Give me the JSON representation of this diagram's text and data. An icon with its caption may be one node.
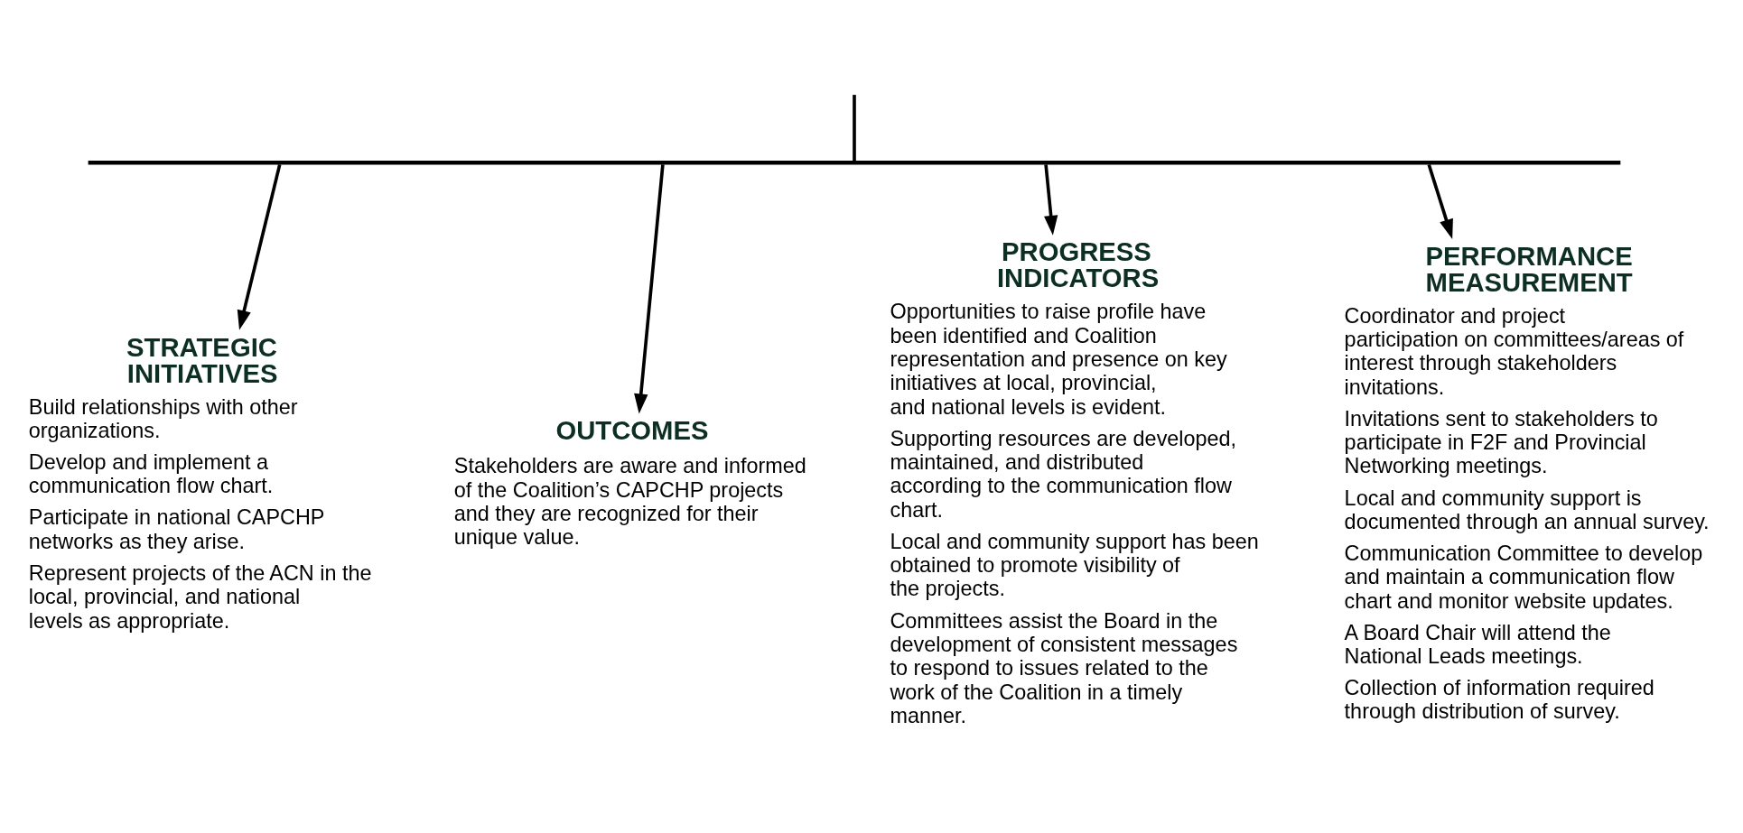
{
  "diagram": {
    "nodes": [
      {
        "text": [],
        "shape": "bar"
      },
      {
        "text": [
          "STRATEGIC INITIATIVES",
          "Build relationships with other organizations.",
          "Develop and implement a communication flow chart.",
          "Participate in national CAPCHP networks as they arise.",
          "Represent projects of the ACN in the local, provincial, and national levels as appropriate."
        ]
      },
      {
        "text": [
          "OUTCOMES",
          "Stakeholders are aware and informed of the Coalition’s CAPCHP projects and they are recognized for their unique value."
        ]
      },
      {
        "text": [
          "PROGRESS INDICATORS",
          "Opportunities to raise profile have been identified and Coalition representation and presence on key initiatives at local, provincial, and national levels is evident.",
          "Supporting resources are developed, maintained, and distributed according to the communication flow chart.",
          "Local and community support has been obtained to promote visibility of the projects.",
          "Committees assist the Board in the development of consistent messages to respond to issues related to the work of the Coalition in a timely manner."
        ]
      },
      {
        "text": [
          "PERFORMANCE MEASUREMENT",
          "Coordinator and project participation on committees/areas of interest through stakeholders invitations.",
          "Invitations sent to stakeholders to participate in F2F and Provincial Networking meetings.",
          "Local and community support is documented through an annual survey.",
          "Communication Committee to develop and maintain a communication flow chart and monitor website updates.",
          "A Board Chair will attend the National Leads meetings.",
          "Collection of information required through distribution of survey."
        ]
      }
    ],
    "edges": [
      {
        "from": null,
        "to": 0,
        "arrow": "none"
      },
      {
        "from": 0,
        "to": 1,
        "arrow": "to"
      },
      {
        "from": 0,
        "to": 2,
        "arrow": "to"
      },
      {
        "from": 0,
        "to": 3,
        "arrow": "to"
      },
      {
        "from": 0,
        "to": 4,
        "arrow": "to"
      }
    ]
  }
}
